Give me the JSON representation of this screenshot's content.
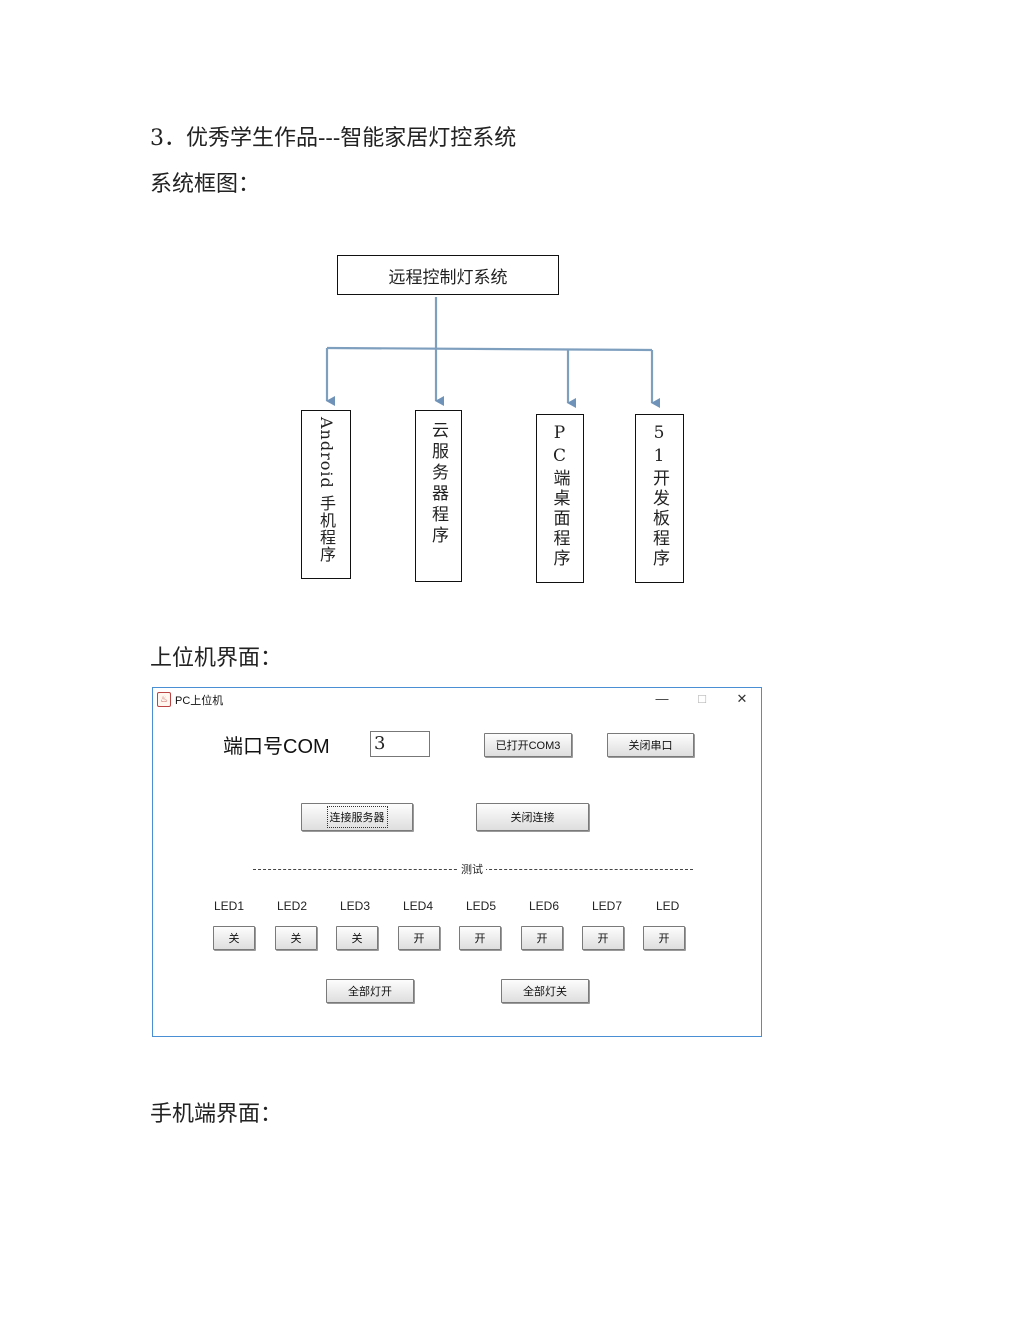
{
  "headings": {
    "section": "3．优秀学生作品---智能家居灯控系统",
    "diagram_caption": "系统框图：",
    "pc_caption": "上位机界面：",
    "mobile_caption": "手机端界面："
  },
  "diagram": {
    "root": "远程控制灯系统",
    "children": [
      {
        "label": "Android 手机程序"
      },
      {
        "label": "云服务器程序"
      },
      {
        "label": "PC端桌面程序"
      },
      {
        "label": "51开发板程序"
      }
    ]
  },
  "window": {
    "title": "PC上位机",
    "controls": {
      "minimize": "—",
      "maximize": "□",
      "close": "✕"
    },
    "port_label": "端口号COM",
    "port_value": "3",
    "open_port_button": "已打开COM3",
    "close_port_button": "关闭串口",
    "connect_button": "连接服务器",
    "disconnect_button": "关闭连接",
    "separator_label": "测试",
    "leds": [
      {
        "label": "LED1",
        "button": "关"
      },
      {
        "label": "LED2",
        "button": "关"
      },
      {
        "label": "LED3",
        "button": "关"
      },
      {
        "label": "LED4",
        "button": "开"
      },
      {
        "label": "LED5",
        "button": "开"
      },
      {
        "label": "LED6",
        "button": "开"
      },
      {
        "label": "LED7",
        "button": "开"
      },
      {
        "label": "LED",
        "button": "开"
      }
    ],
    "all_on_button": "全部灯开",
    "all_off_button": "全部灯关"
  }
}
